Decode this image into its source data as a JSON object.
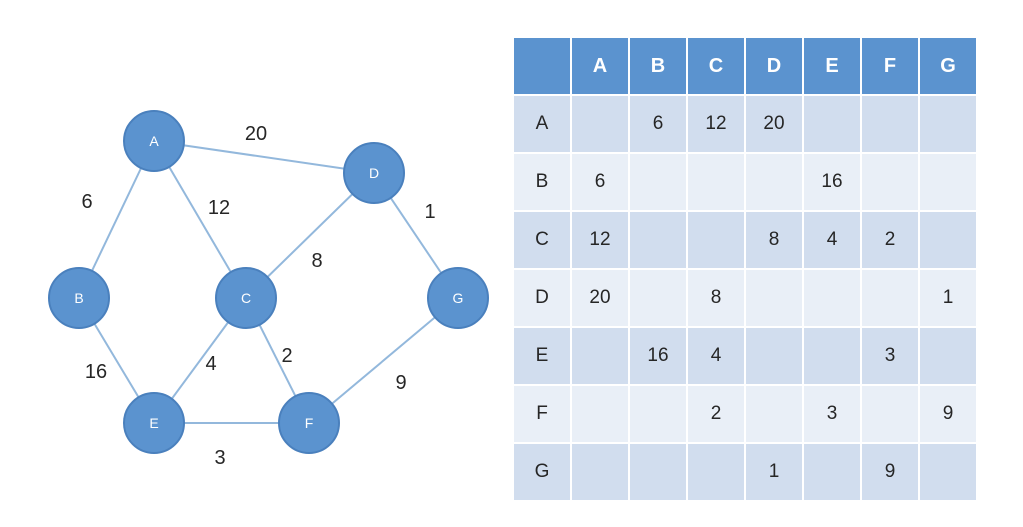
{
  "graph": {
    "nodes": [
      {
        "id": "A",
        "label": "A"
      },
      {
        "id": "B",
        "label": "B"
      },
      {
        "id": "C",
        "label": "C"
      },
      {
        "id": "D",
        "label": "D"
      },
      {
        "id": "E",
        "label": "E"
      },
      {
        "id": "F",
        "label": "F"
      },
      {
        "id": "G",
        "label": "G"
      }
    ],
    "edges": [
      {
        "from": "A",
        "to": "D",
        "weight": "20"
      },
      {
        "from": "A",
        "to": "B",
        "weight": "6"
      },
      {
        "from": "A",
        "to": "C",
        "weight": "12"
      },
      {
        "from": "D",
        "to": "G",
        "weight": "1"
      },
      {
        "from": "D",
        "to": "C",
        "weight": "8"
      },
      {
        "from": "B",
        "to": "E",
        "weight": "16"
      },
      {
        "from": "C",
        "to": "E",
        "weight": "4"
      },
      {
        "from": "C",
        "to": "F",
        "weight": "2"
      },
      {
        "from": "G",
        "to": "F",
        "weight": "9"
      },
      {
        "from": "E",
        "to": "F",
        "weight": "3"
      }
    ]
  },
  "matrix": {
    "corner": "",
    "headers": [
      "A",
      "B",
      "C",
      "D",
      "E",
      "F",
      "G"
    ],
    "rows": [
      {
        "label": "A",
        "cells": [
          "",
          "6",
          "12",
          "20",
          "",
          "",
          ""
        ]
      },
      {
        "label": "B",
        "cells": [
          "6",
          "",
          "",
          "",
          "16",
          "",
          ""
        ]
      },
      {
        "label": "C",
        "cells": [
          "12",
          "",
          "",
          "8",
          "4",
          "2",
          ""
        ]
      },
      {
        "label": "D",
        "cells": [
          "20",
          "",
          "8",
          "",
          "",
          "",
          "1"
        ]
      },
      {
        "label": "E",
        "cells": [
          "",
          "16",
          "4",
          "",
          "",
          "3",
          ""
        ]
      },
      {
        "label": "F",
        "cells": [
          "",
          "",
          "2",
          "",
          "3",
          "",
          "9"
        ]
      },
      {
        "label": "G",
        "cells": [
          "",
          "",
          "",
          "1",
          "",
          "9",
          ""
        ]
      }
    ]
  }
}
